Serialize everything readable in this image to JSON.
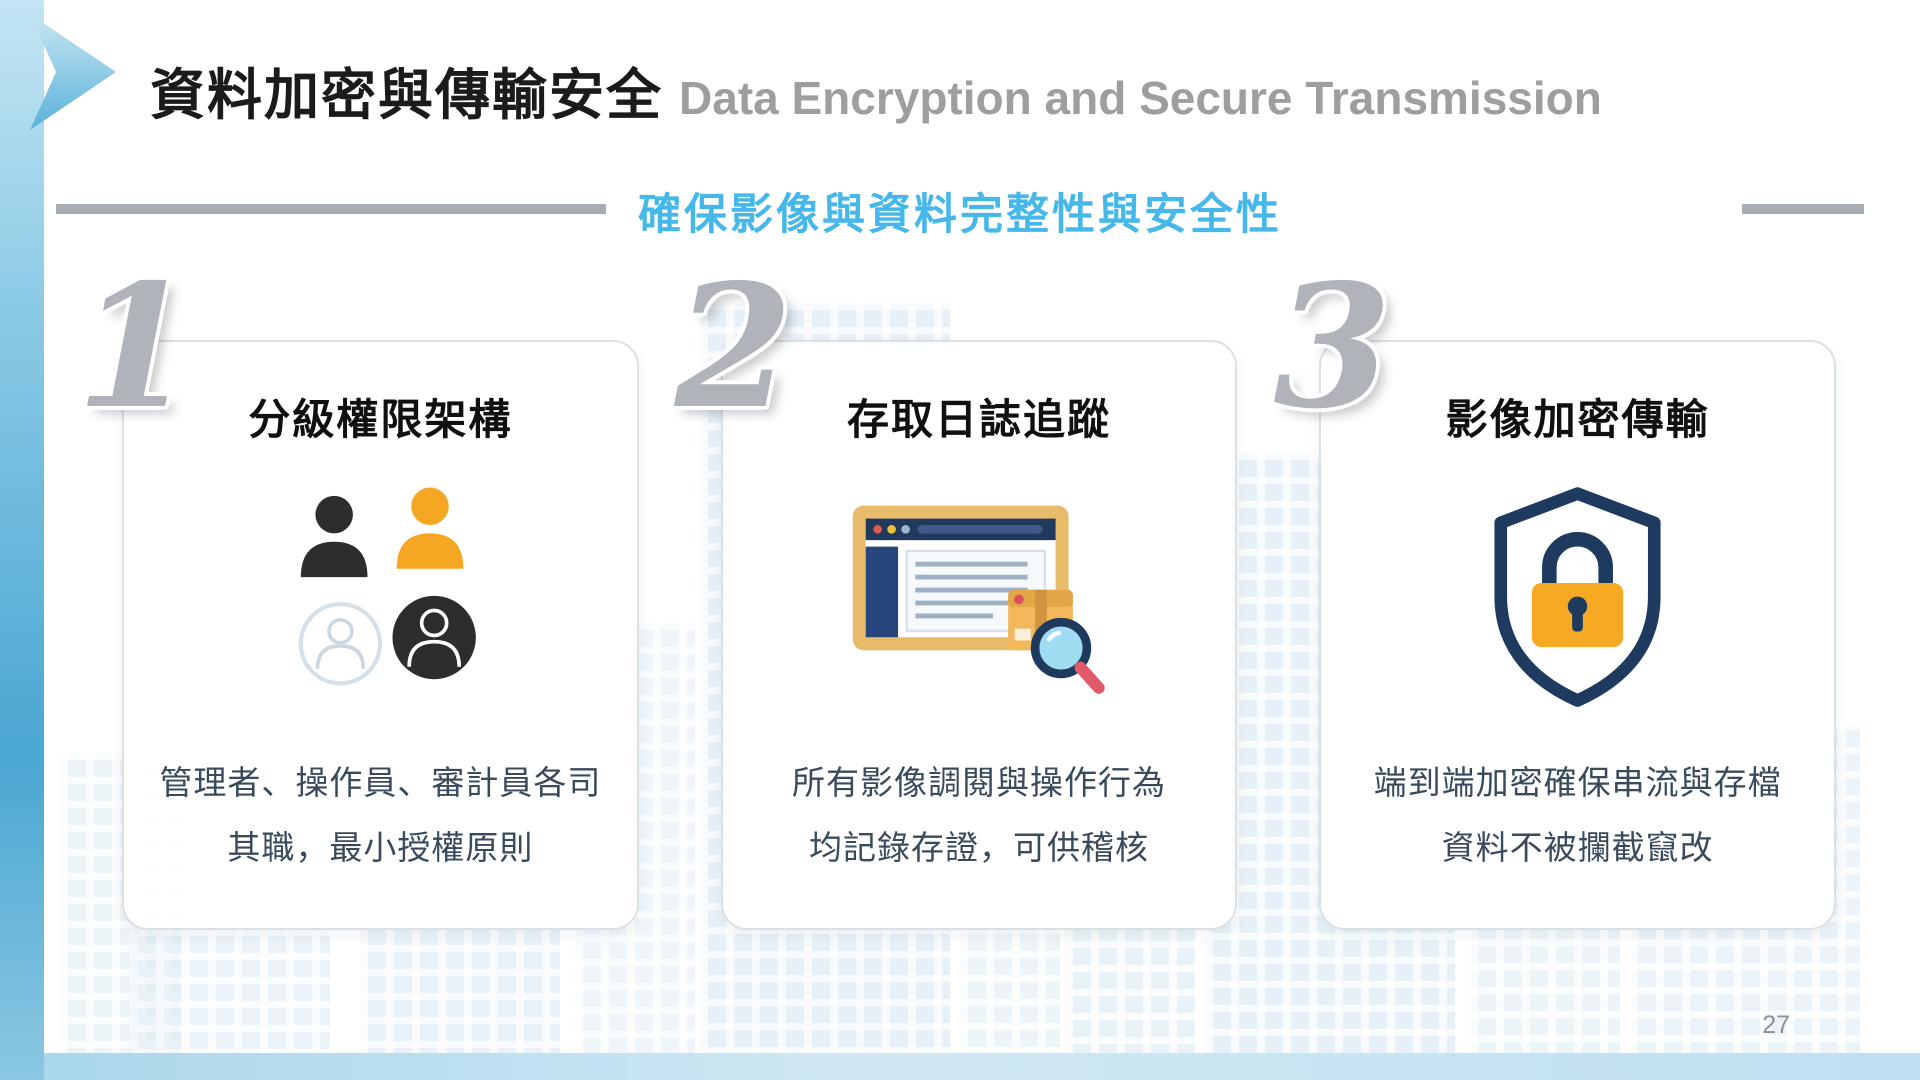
{
  "slide": {
    "title_zh": "資料加密與傳輸安全",
    "title_en": "Data Encryption and Secure Transmission",
    "subtitle": "確保影像與資料完整性與安全性",
    "page_number": "27"
  },
  "cards": [
    {
      "number": "1",
      "title": "分級權限架構",
      "icon": "user-roles-icon",
      "desc_line1": "管理者、操作員、審計員各司",
      "desc_line2": "其職，最小授權原則"
    },
    {
      "number": "2",
      "title": "存取日誌追蹤",
      "icon": "audit-log-search-icon",
      "desc_line1": "所有影像調閱與操作行為",
      "desc_line2": "均記錄存證，可供稽核"
    },
    {
      "number": "3",
      "title": "影像加密傳輸",
      "icon": "shield-lock-icon",
      "desc_line1": "端到端加密確保串流與存檔",
      "desc_line2": "資料不被攔截竄改"
    }
  ],
  "colors": {
    "accent_blue": "#45b7e8",
    "navy": "#1e3a5f",
    "orange": "#f5a623",
    "title_gray": "#9c9ea0",
    "bar_gray": "#a8adb3",
    "dark_person": "#2d2d2d"
  }
}
